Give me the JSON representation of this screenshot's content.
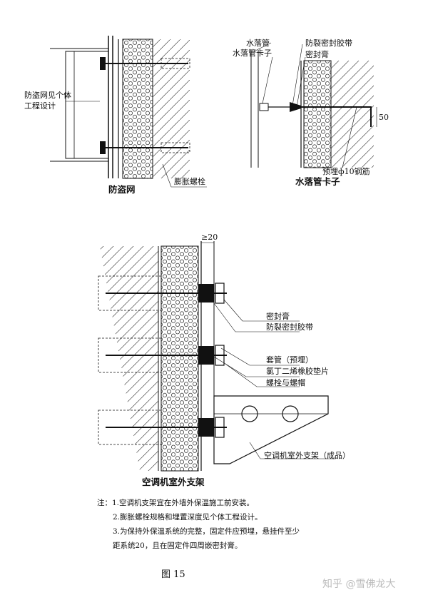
{
  "figure1": {
    "title": "防盗网",
    "label_net_1": "防盗网见个体",
    "label_net_2": "工程设计",
    "label_bolt": "膨胀螺栓"
  },
  "figure2": {
    "title": "水落管卡子",
    "label_pipe": "水落管",
    "label_clip": "水落管卡子",
    "label_tape": "防裂密封胶带",
    "label_sealant": "密封膏",
    "label_rebar": "预埋ф10钢筋",
    "dim_50": "50"
  },
  "figure3": {
    "title": "空调机室外支架",
    "dim_20": "≥20",
    "label_sealant": "密封膏",
    "label_tape": "防裂密封胶带",
    "label_sleeve": "套管（预埋）",
    "label_pad": "氯丁二烯橡胶垫片",
    "label_bolt": "螺栓与螺帽",
    "label_bracket": "空调机室外支架（成品）"
  },
  "notes": {
    "prefix": "注：",
    "n1": "1.空调机支架宜在外墙外保温施工前安装。",
    "n2": "2.膨胀螺栓规格和埋置深度见个体工程设计。",
    "n3a": "3.为保持外保温系统的完整，固定件应预埋，悬挂件至少",
    "n3b": "距系统20，且在固定件四周嵌密封膏。"
  },
  "figure_caption": "图 15",
  "watermark": "知乎 @雪佛龙大"
}
